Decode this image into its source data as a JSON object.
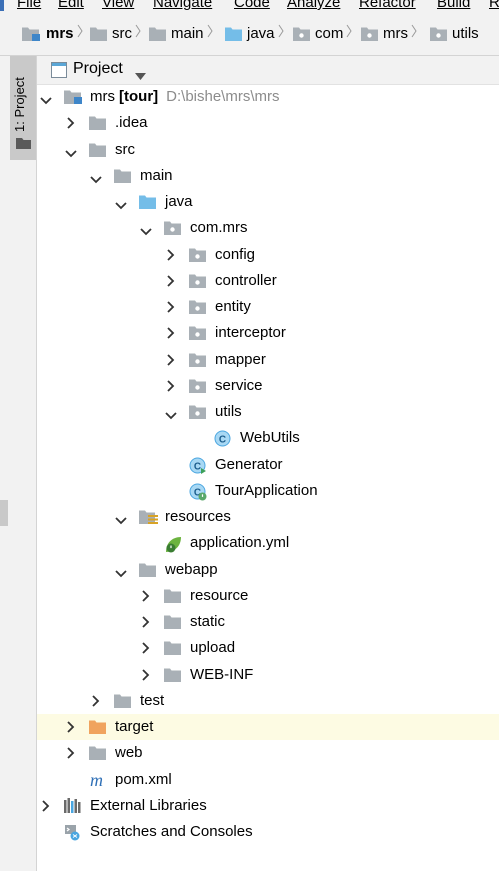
{
  "menu": [
    {
      "label": "File"
    },
    {
      "label": "Edit"
    },
    {
      "label": "View"
    },
    {
      "label": "Navigate"
    },
    {
      "label": "Code"
    },
    {
      "label": "Analyze"
    },
    {
      "label": "Refactor"
    },
    {
      "label": "Build"
    },
    {
      "label": "R"
    }
  ],
  "breadcrumb": [
    {
      "label": "mrs",
      "icon": "module-folder-icon"
    },
    {
      "label": "src",
      "icon": "folder-icon"
    },
    {
      "label": "main",
      "icon": "folder-icon"
    },
    {
      "label": "java",
      "icon": "source-folder-icon"
    },
    {
      "label": "com",
      "icon": "package-icon"
    },
    {
      "label": "mrs",
      "icon": "package-icon"
    },
    {
      "label": "utils",
      "icon": "package-icon"
    }
  ],
  "side_tab": {
    "label": "1: Project"
  },
  "panel": {
    "title": "Project"
  },
  "tree": [
    {
      "label": "mrs",
      "bold": "[tour]",
      "path": "D:\\bishe\\mrs\\mrs",
      "level": 0,
      "arrow": "down",
      "icon": "module-folder-icon"
    },
    {
      "label": ".idea",
      "level": 1,
      "arrow": "right",
      "icon": "folder-icon"
    },
    {
      "label": "src",
      "level": 1,
      "arrow": "down",
      "icon": "folder-icon"
    },
    {
      "label": "main",
      "level": 2,
      "arrow": "down",
      "icon": "folder-icon"
    },
    {
      "label": "java",
      "level": 3,
      "arrow": "down",
      "icon": "source-folder-icon"
    },
    {
      "label": "com.mrs",
      "level": 4,
      "arrow": "down",
      "icon": "package-icon"
    },
    {
      "label": "config",
      "level": 5,
      "arrow": "right",
      "icon": "package-icon"
    },
    {
      "label": "controller",
      "level": 5,
      "arrow": "right",
      "icon": "package-icon"
    },
    {
      "label": "entity",
      "level": 5,
      "arrow": "right",
      "icon": "package-icon"
    },
    {
      "label": "interceptor",
      "level": 5,
      "arrow": "right",
      "icon": "package-icon"
    },
    {
      "label": "mapper",
      "level": 5,
      "arrow": "right",
      "icon": "package-icon"
    },
    {
      "label": "service",
      "level": 5,
      "arrow": "right",
      "icon": "package-icon"
    },
    {
      "label": "utils",
      "level": 5,
      "arrow": "down",
      "icon": "package-icon"
    },
    {
      "label": "WebUtils",
      "level": 6,
      "arrow": "none",
      "icon": "java-class-icon"
    },
    {
      "label": "Generator",
      "level": 5,
      "arrow": "none",
      "icon": "runnable-class-icon"
    },
    {
      "label": "TourApplication",
      "level": 5,
      "arrow": "none",
      "icon": "spring-boot-class-icon"
    },
    {
      "label": "resources",
      "level": 3,
      "arrow": "down",
      "icon": "resources-folder-icon"
    },
    {
      "label": "application.yml",
      "level": 4,
      "arrow": "none",
      "icon": "spring-config-icon"
    },
    {
      "label": "webapp",
      "level": 3,
      "arrow": "down",
      "icon": "folder-icon"
    },
    {
      "label": "resource",
      "level": 4,
      "arrow": "right",
      "icon": "folder-icon"
    },
    {
      "label": "static",
      "level": 4,
      "arrow": "right",
      "icon": "folder-icon"
    },
    {
      "label": "upload",
      "level": 4,
      "arrow": "right",
      "icon": "folder-icon"
    },
    {
      "label": "WEB-INF",
      "level": 4,
      "arrow": "right",
      "icon": "folder-icon"
    },
    {
      "label": "test",
      "level": 2,
      "arrow": "right",
      "icon": "folder-icon"
    },
    {
      "label": "target",
      "level": 1,
      "arrow": "right",
      "icon": "excluded-folder-icon",
      "highlighted": true
    },
    {
      "label": "web",
      "level": 1,
      "arrow": "right",
      "icon": "folder-icon"
    },
    {
      "label": "pom.xml",
      "level": 1,
      "arrow": "none",
      "icon": "maven-icon"
    },
    {
      "label": "External Libraries",
      "level": 0,
      "arrow": "right",
      "icon": "libraries-icon"
    },
    {
      "label": "Scratches and Consoles",
      "level": 0,
      "arrow": "none",
      "icon": "scratches-icon"
    }
  ],
  "colors": {
    "folder": "#a9b0b6",
    "source_folder": "#74bde8",
    "excluded_folder": "#f0a35e",
    "class_icon": "#4aa6e0",
    "highlight_row": "#fdfbe3",
    "path_text": "#8c8c8c"
  }
}
